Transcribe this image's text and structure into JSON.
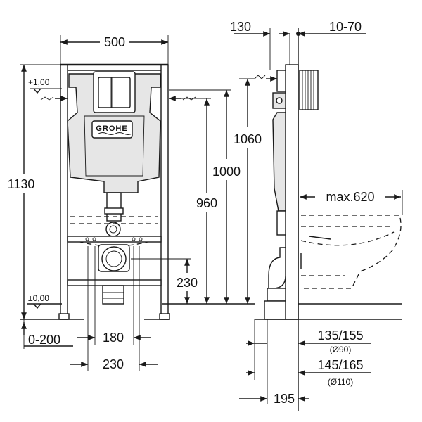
{
  "brand": {
    "logo_text": "GROHE"
  },
  "front_view": {
    "width": "500",
    "height_total": "1130",
    "level_top": "+1,00",
    "level_bottom": "±0,00",
    "height_1060": "1060",
    "height_1000": "1000",
    "height_960": "960",
    "height_230": "230",
    "offset_range": "0-200",
    "spacing_180": "180",
    "spacing_230": "230"
  },
  "side_view": {
    "depth_130": "130",
    "adjust_range": "10-70",
    "projection": "max.620",
    "dim_a": "135/155",
    "dim_a_sub": "(Ø90)",
    "dim_b": "145/165",
    "dim_b_sub": "(Ø110)",
    "dim_195": "195"
  }
}
